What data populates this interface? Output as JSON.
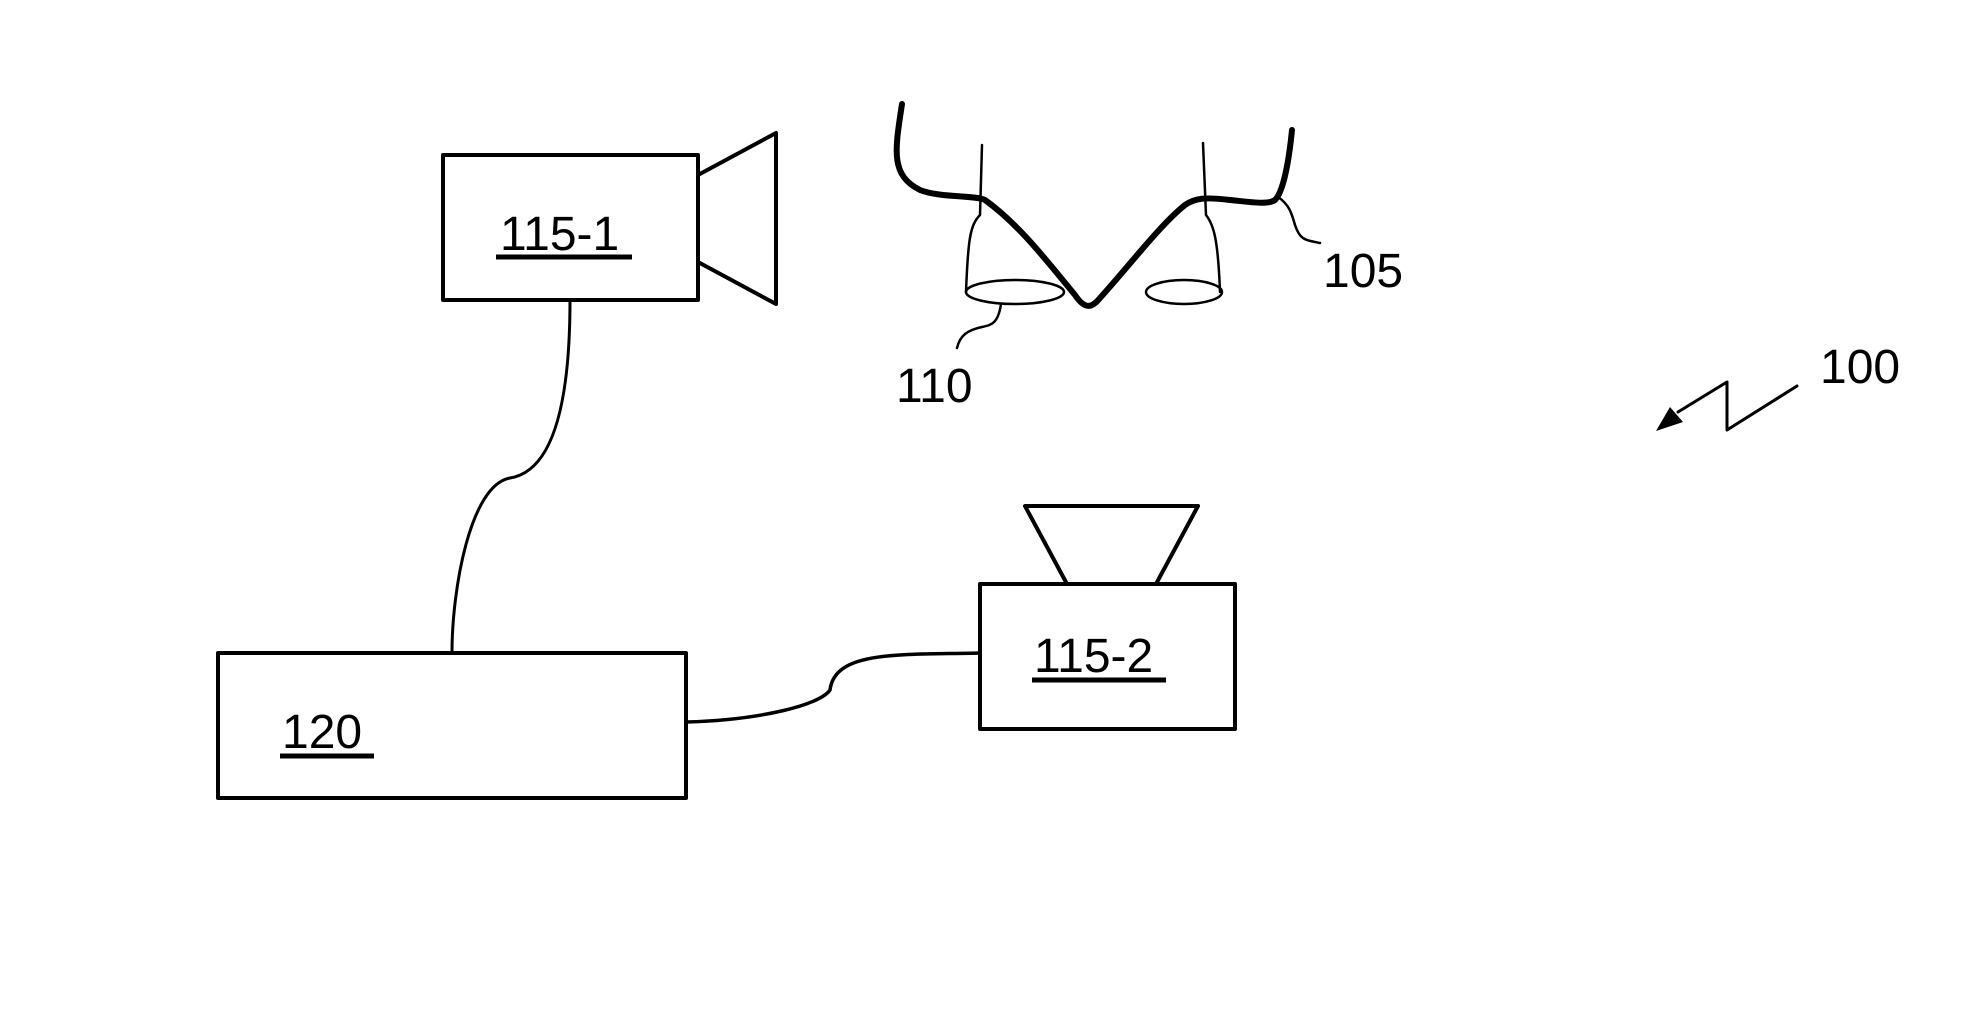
{
  "figure": {
    "reference_numeral": "100",
    "stroke_color": "#000000",
    "background_color": "#ffffff"
  },
  "components": {
    "camera_1": {
      "label": "115-1",
      "underlined": true
    },
    "camera_2": {
      "label": "115-2",
      "underlined": true
    },
    "processor": {
      "label": "120",
      "underlined": true
    },
    "subject": {
      "label": "105"
    },
    "lenses": {
      "label": "110"
    }
  }
}
